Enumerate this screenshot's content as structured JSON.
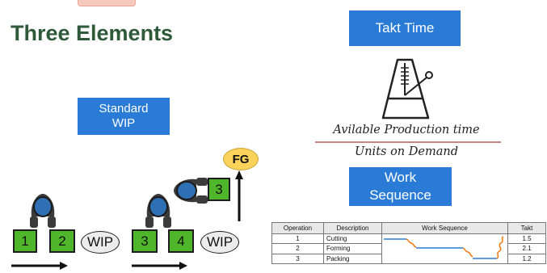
{
  "title": "Three Elements",
  "elements": {
    "takt_time_label": "Takt Time",
    "standard_wip_label_1": "Standard",
    "standard_wip_label_2": "WIP",
    "work_sequence_label_1": "Work",
    "work_sequence_label_2": "Sequence"
  },
  "formula": {
    "numerator": "Avilable Production time",
    "denominator": "Units on Demand"
  },
  "diagram": {
    "stations": [
      "1",
      "2",
      "3",
      "4",
      "3"
    ],
    "wip_label": "WIP",
    "fg_label": "FG"
  },
  "table": {
    "headers": [
      "Operation",
      "Description",
      "Work Sequence",
      "Takt"
    ],
    "rows": [
      {
        "op": "1",
        "desc": "Cutting",
        "takt": "1.5"
      },
      {
        "op": "2",
        "desc": "Forming",
        "takt": "2.1"
      },
      {
        "op": "3",
        "desc": "Packing",
        "takt": "1.2"
      }
    ]
  },
  "colors": {
    "accent_blue": "#2a7bd6",
    "title_green": "#2f5a3a",
    "station_green": "#4fb62b",
    "fg_yellow": "#fbd25a",
    "operator_blue": "#2f6fb3"
  }
}
